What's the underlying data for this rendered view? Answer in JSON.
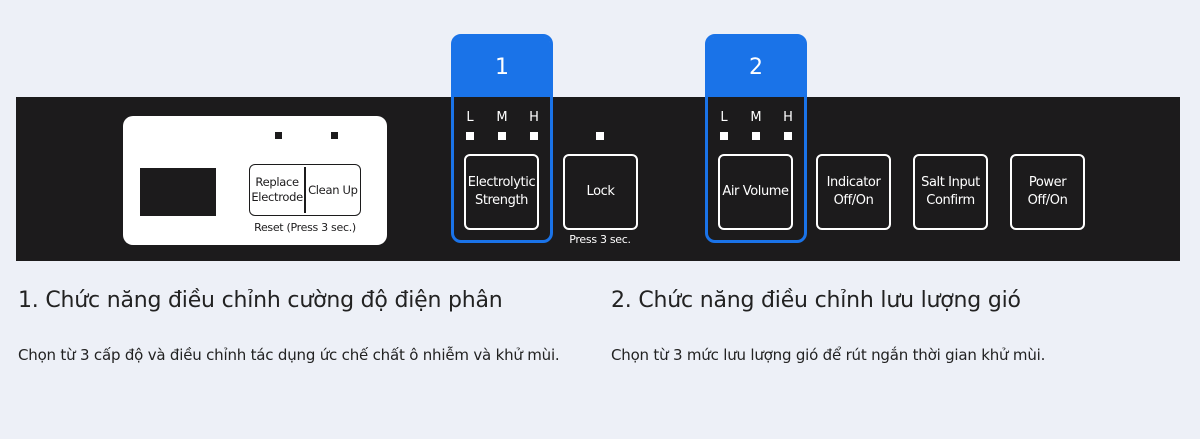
{
  "colors": {
    "background": "#edf0f7",
    "panel": "#1c1b1c",
    "accent_blue": "#1a73e8",
    "text": "#222222"
  },
  "display_panel": {
    "indicator_dots": 2,
    "reset_button": {
      "left_label": "Replace Electrode",
      "right_label": "Clean Up"
    },
    "reset_caption": "Reset (Press 3 sec.)"
  },
  "highlights": [
    {
      "number": "1",
      "levels": [
        "L",
        "M",
        "H"
      ],
      "button_label": "Electrolytic Strength"
    },
    {
      "number": "2",
      "levels": [
        "L",
        "M",
        "H"
      ],
      "button_label": "Air Volume"
    }
  ],
  "buttons": {
    "lock": {
      "label": "Lock",
      "caption": "Press 3 sec."
    },
    "indicator": {
      "label": "Indicator Off/On"
    },
    "salt": {
      "label": "Salt Input Confirm"
    },
    "power": {
      "label": "Power Off/On"
    }
  },
  "sections": [
    {
      "heading": "1. Chức năng điều chỉnh cường độ điện phân",
      "body": "Chọn từ 3 cấp độ và điều chỉnh tác dụng ức chế chất ô nhiễm và khử mùi."
    },
    {
      "heading": "2. Chức năng điều chỉnh lưu lượng gió",
      "body": "Chọn từ 3 mức lưu lượng gió để rút ngắn thời gian khử mùi."
    }
  ]
}
